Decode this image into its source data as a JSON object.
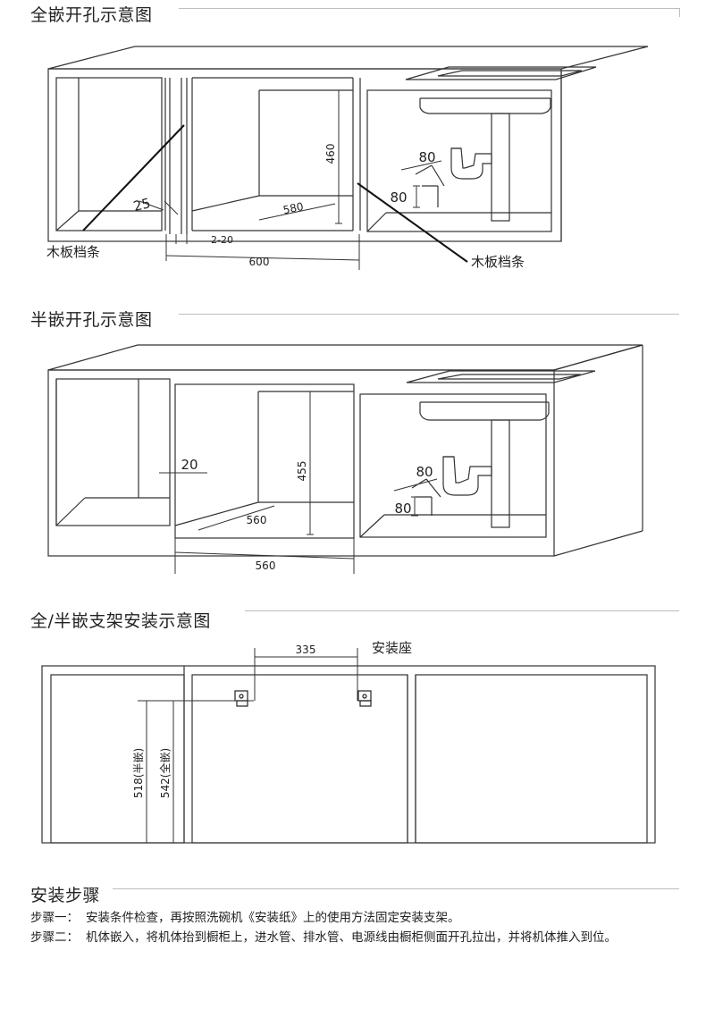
{
  "sections": {
    "full": {
      "title": "全嵌开孔示意图",
      "labels": {
        "board_left": "木板档条",
        "board_right": "木板档条",
        "dim_25": "25",
        "dim_2_20": "2-20",
        "dim_600": "600",
        "dim_580": "580",
        "dim_460": "460",
        "dim_80_a": "80",
        "dim_80_b": "80"
      }
    },
    "half": {
      "title": "半嵌开孔示意图",
      "labels": {
        "dim_20": "20",
        "dim_455": "455",
        "dim_560_inner": "560",
        "dim_560_outer": "560",
        "dim_80_a": "80",
        "dim_80_b": "80"
      }
    },
    "bracket": {
      "title": "全/半嵌支架安装示意图",
      "labels": {
        "dim_335": "335",
        "mount_seat": "安装座",
        "dim_518": "518(半嵌)",
        "dim_542": "542(全嵌)"
      }
    },
    "steps": {
      "title": "安装步骤",
      "items": [
        {
          "label": "步骤一：",
          "text": "安装条件检查，再按照洗碗机《安装纸》上的使用方法固定安装支架。"
        },
        {
          "label": "步骤二：",
          "text": "机体嵌入，将机体抬到橱柜上，进水管、排水管、电源线由橱柜侧面开孔拉出，并将机体推入到位。"
        }
      ]
    }
  }
}
